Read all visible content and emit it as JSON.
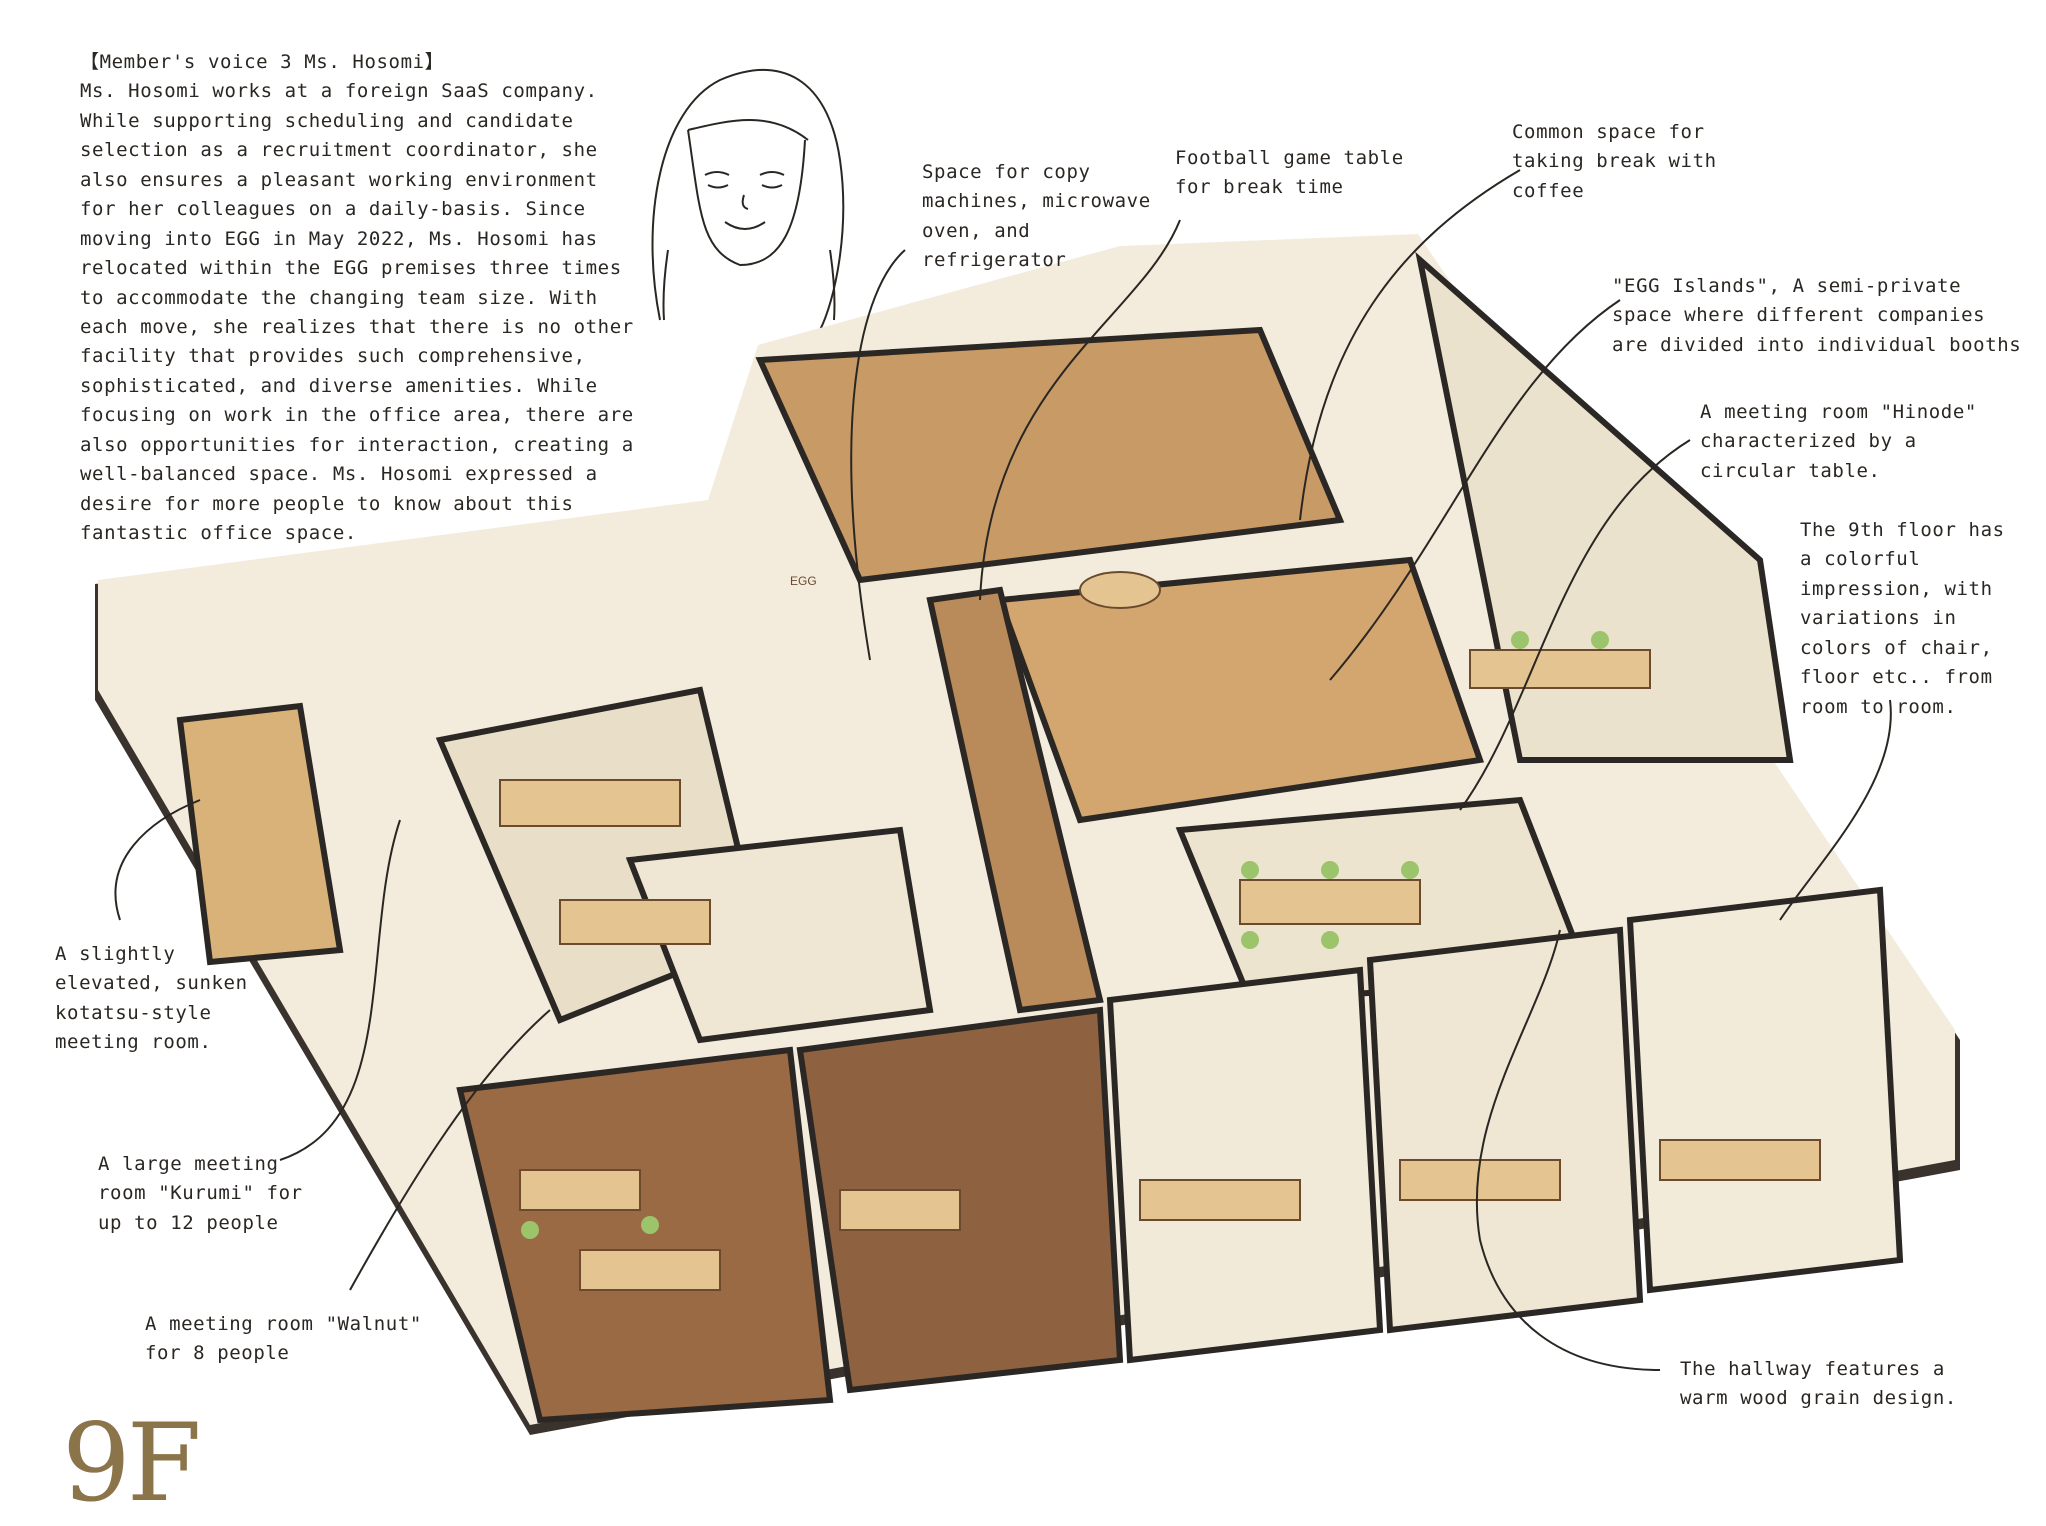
{
  "intro": {
    "title": "【Member's voice 3 Ms. Hosomi】",
    "body": "Ms. Hosomi works at a foreign SaaS company. While supporting scheduling and candidate selection as a recruitment coordinator, she also ensures a pleasant working environment for her colleagues on a daily-basis. Since moving into EGG in May 2022, Ms. Hosomi has relocated within the EGG premises three times to accommodate the changing team size. With each move, she realizes that there is no other facility that provides such comprehensive, sophisticated, and diverse amenities. While focusing on work in the office area, there are also opportunities for interaction, creating a well-balanced space. Ms. Hosomi expressed a desire for more people to know about this fantastic office space."
  },
  "callouts": {
    "copy_space": "Space for copy machines, microwave oven, and refrigerator",
    "football": "Football game table for break time",
    "coffee": "Common space for taking break with coffee",
    "egg_islands": "\"EGG Islands\", A semi-private space where different companies are divided into individual booths",
    "hinode": "A meeting room \"Hinode\" characterized by a circular table.",
    "colorful": "The 9th floor has a colorful impression, with variations in colors of chair, floor etc.. from room to room.",
    "kotatsu": "A slightly elevated, sunken kotatsu-style meeting room.",
    "kurumi": "A large meeting room \"Kurumi\" for up to 12 people",
    "walnut": "A meeting room \"Walnut\" for 8 people",
    "hallway": "The hallway features a warm wood grain design."
  },
  "floor_label": "9F",
  "wall_sign": "EGG",
  "colors": {
    "wall_dark": "#2b2724",
    "wood_light": "#d9b27a",
    "wood_dark": "#8b5a34",
    "floor_cream": "#f1ead8",
    "chair_green": "#9cc46b",
    "accent_gold": "#8c744a"
  }
}
